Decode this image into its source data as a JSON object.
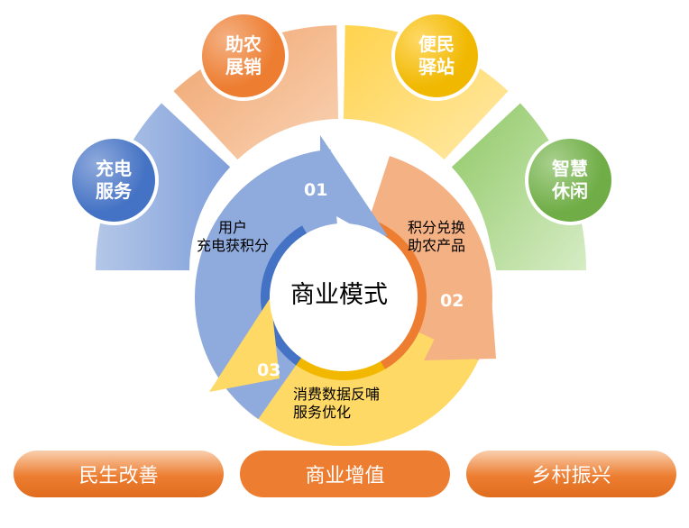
{
  "center_title": "商业模式",
  "outer_segments": [
    {
      "label_line1": "充电",
      "label_line2": "服务",
      "color": "#4472c4"
    },
    {
      "label_line1": "助农",
      "label_line2": "展销",
      "color": "#ed7d31"
    },
    {
      "label_line1": "便民",
      "label_line2": "驿站",
      "color": "#f0b800"
    },
    {
      "label_line1": "智慧",
      "label_line2": "休闲",
      "color": "#70ad47"
    }
  ],
  "cycle_steps": [
    {
      "number": "01",
      "line1": "用户",
      "line2": "充电获积分",
      "color": "#8faadc"
    },
    {
      "number": "02",
      "line1": "积分兑换",
      "line2": "助农产品",
      "color": "#f4b183"
    },
    {
      "number": "03",
      "line1": "消费数据反哺",
      "line2": "服务优化",
      "color": "#ffd966"
    }
  ],
  "bottom_pills": [
    {
      "label": "民生改善"
    },
    {
      "label": "商业增值"
    },
    {
      "label": "乡村振兴"
    }
  ]
}
